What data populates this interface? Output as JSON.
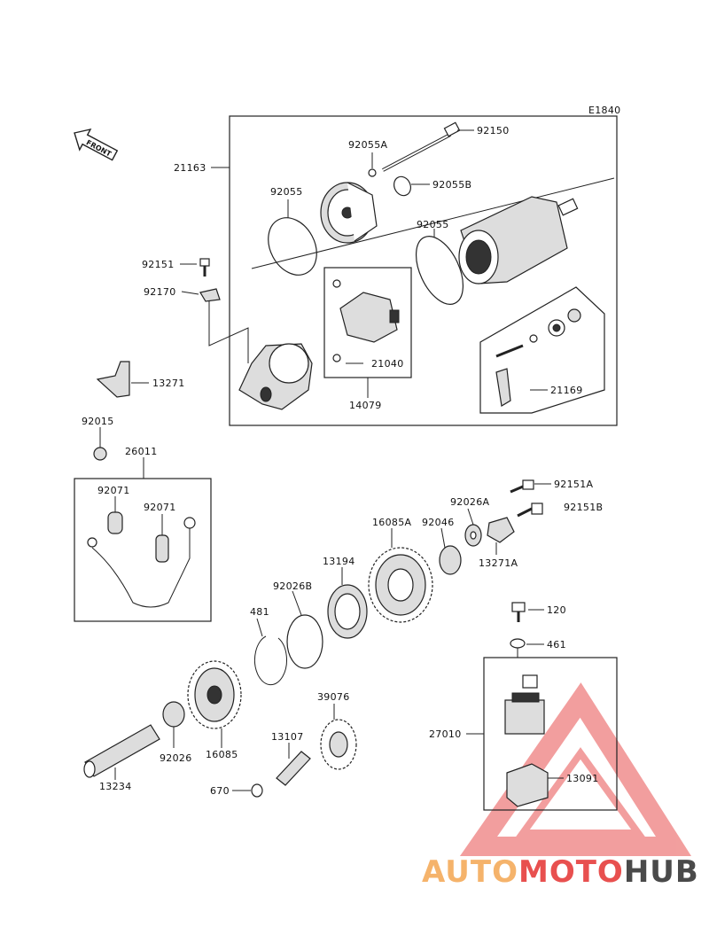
{
  "diagram_code": "E1840",
  "front_label": "FRONT",
  "parts": {
    "p21163": "21163",
    "p92150": "92150",
    "p92055A": "92055A",
    "p92055B": "92055B",
    "p92055_left": "92055",
    "p92055_right": "92055",
    "p92151": "92151",
    "p92170": "92170",
    "p21040": "21040",
    "p14079": "14079",
    "p21169": "21169",
    "p13271": "13271",
    "p92015": "92015",
    "p26011": "26011",
    "p92071_a": "92071",
    "p92071_b": "92071",
    "p92151A": "92151A",
    "p92151B": "92151B",
    "p92026A": "92026A",
    "p16085A": "16085A",
    "p92046": "92046",
    "p13271A": "13271A",
    "p13194": "13194",
    "p92026B": "92026B",
    "p481": "481",
    "p120": "120",
    "p461": "461",
    "p39076": "39076",
    "p13107": "13107",
    "p92026": "92026",
    "p16085": "16085",
    "p27010": "27010",
    "p13091": "13091",
    "p13234": "13234",
    "p670": "670"
  },
  "watermark": {
    "part1": "AUTO",
    "part2": "MOTO",
    "part3": "HUB",
    "color1": "#f5b36b",
    "color2": "#e8504f",
    "color3": "#4a4a4a"
  }
}
